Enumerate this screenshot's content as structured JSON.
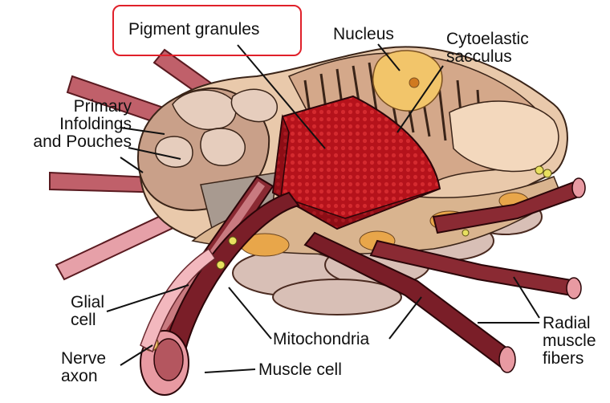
{
  "labels": {
    "pigment_granules": "Pigment granules",
    "nucleus": "Nucleus",
    "cytoelastic_sacculus": "Cytoelastic\nsacculus",
    "primary_infoldings": "Primary\nInfoldings\nand Pouches",
    "glial_cell": "Glial\ncell",
    "nerve_axon": "Nerve\naxon",
    "mitochondria": "Mitochondria",
    "muscle_cell": "Muscle cell",
    "radial_muscle_fibers": "Radial\nmuscle\nfibers"
  },
  "colors": {
    "highlight_border": "#e0202a",
    "pigment": "#b5121b",
    "cell_body": "#e9c9ab",
    "muscle": "#7a1e28",
    "nucleus": "#f2c56a"
  }
}
